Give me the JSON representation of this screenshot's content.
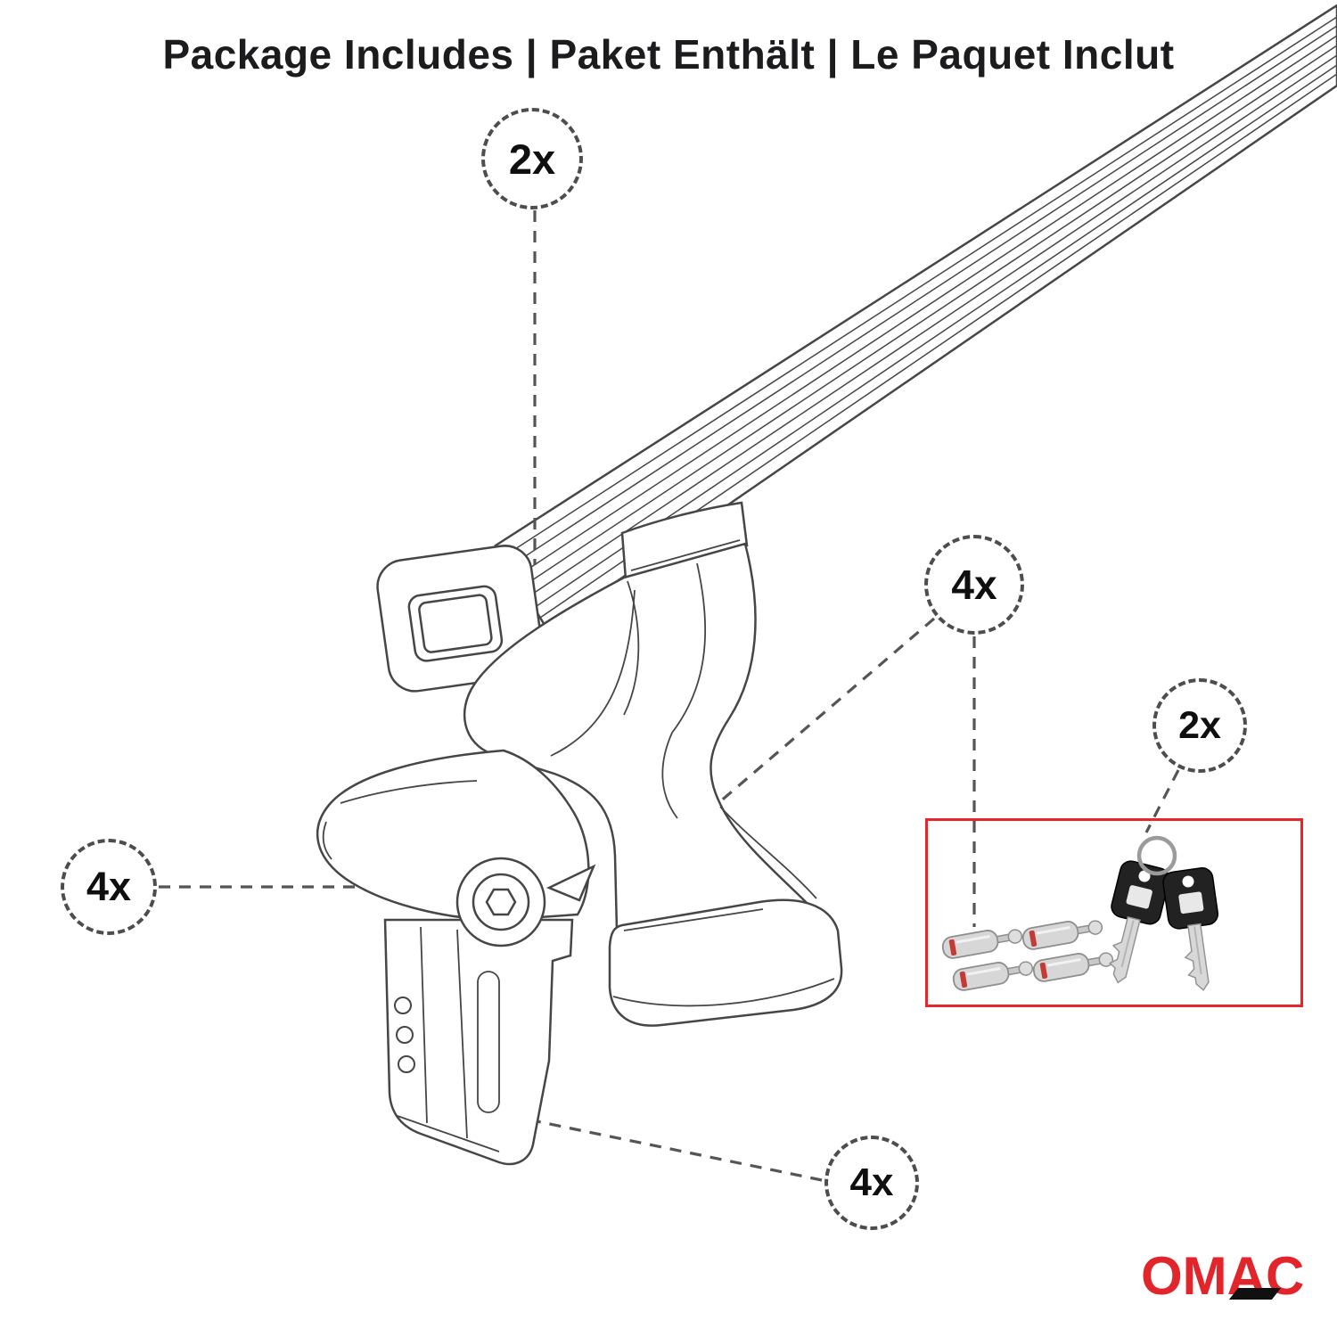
{
  "title": "Package Includes | Paket Enthält | Le Paquet Inclut",
  "callouts": {
    "crossbar": {
      "label": "2x"
    },
    "hardware": {
      "label": "4x"
    },
    "keys": {
      "label": "2x"
    },
    "foot": {
      "label": "4x"
    },
    "clamp": {
      "label": "4x"
    }
  },
  "hardware_box": {
    "items": [
      {
        "icon": "lock-cylinder-icon",
        "callout": "4x"
      },
      {
        "icon": "key-icon",
        "callout": "2x"
      }
    ]
  },
  "brand": {
    "name": "OMAC"
  },
  "colors": {
    "accent_red": "#e8252b",
    "brand_red": "#e2242b",
    "line_gray": "#464646",
    "leader_gray": "#555555"
  }
}
